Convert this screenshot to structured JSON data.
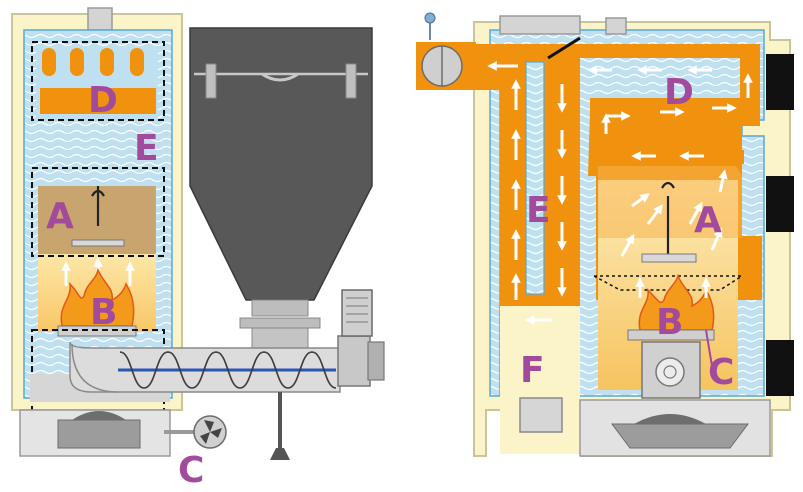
{
  "diagram": {
    "colors": {
      "label": "#a24a9c",
      "casing": "#fbf4c8",
      "casing_edge": "#c9c49a",
      "water": "#bfe0f0",
      "water_edge": "#58a8d6",
      "flue": "#f0920e",
      "flame": "#f39a1a",
      "hopper": "#585858",
      "metal": "#c8c8c8",
      "dark_metal": "#8a8a8a"
    },
    "left_boiler": {
      "labels": {
        "d": "D",
        "e": "E",
        "a": "A",
        "b": "B",
        "c": "C"
      }
    },
    "right_boiler": {
      "labels": {
        "d": "D",
        "e": "E",
        "a": "A",
        "b": "B",
        "c": "C",
        "f": "F"
      }
    }
  }
}
